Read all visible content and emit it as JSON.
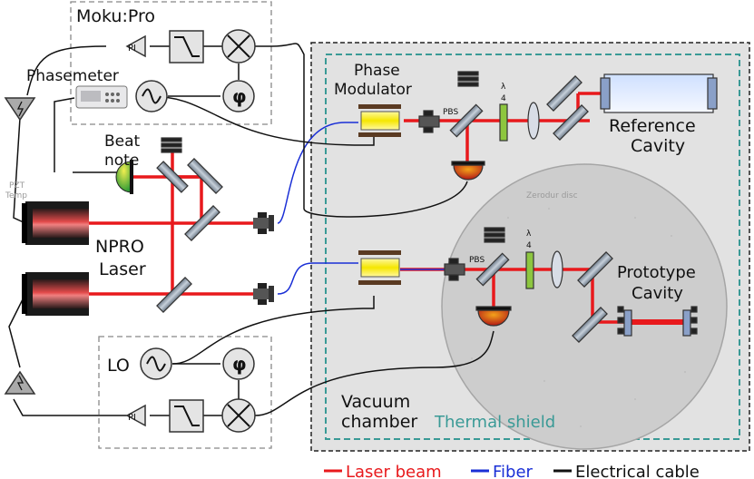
{
  "labels": {
    "moku": "Moku:Pro",
    "phasemeter": "Phasemeter",
    "beat_line1": "Beat",
    "beat_line2": "note",
    "pzt": "PZT",
    "temp": "Temp",
    "npro_line1": "NPRO",
    "npro_line2": "Laser",
    "phase_mod_line1": "Phase",
    "phase_mod_line2": "Modulator",
    "pbs_top": "PBS",
    "pbs_bottom": "PBS",
    "ref_cavity_line1": "Reference",
    "ref_cavity_line2": "Cavity",
    "zerodur": "Zerodur disc",
    "proto_cavity_line1": "Prototype",
    "proto_cavity_line2": "Cavity",
    "lo": "LO",
    "vacuum_line1": "Vacuum",
    "vacuum_line2": "chamber",
    "thermal_shield": "Thermal shield",
    "pi_top": "PI",
    "pi_bottom": "PI",
    "phi_top": "φ",
    "phi_bottom": "φ",
    "quarter_num": "λ",
    "quarter_den": "4"
  },
  "legend": {
    "laser": "Laser beam",
    "fiber": "Fiber",
    "cable": "Electrical cable"
  },
  "colors": {
    "laser": "#e8191c",
    "fiber": "#1a2fd6",
    "cable": "#111111",
    "teal": "#3a9a96"
  }
}
